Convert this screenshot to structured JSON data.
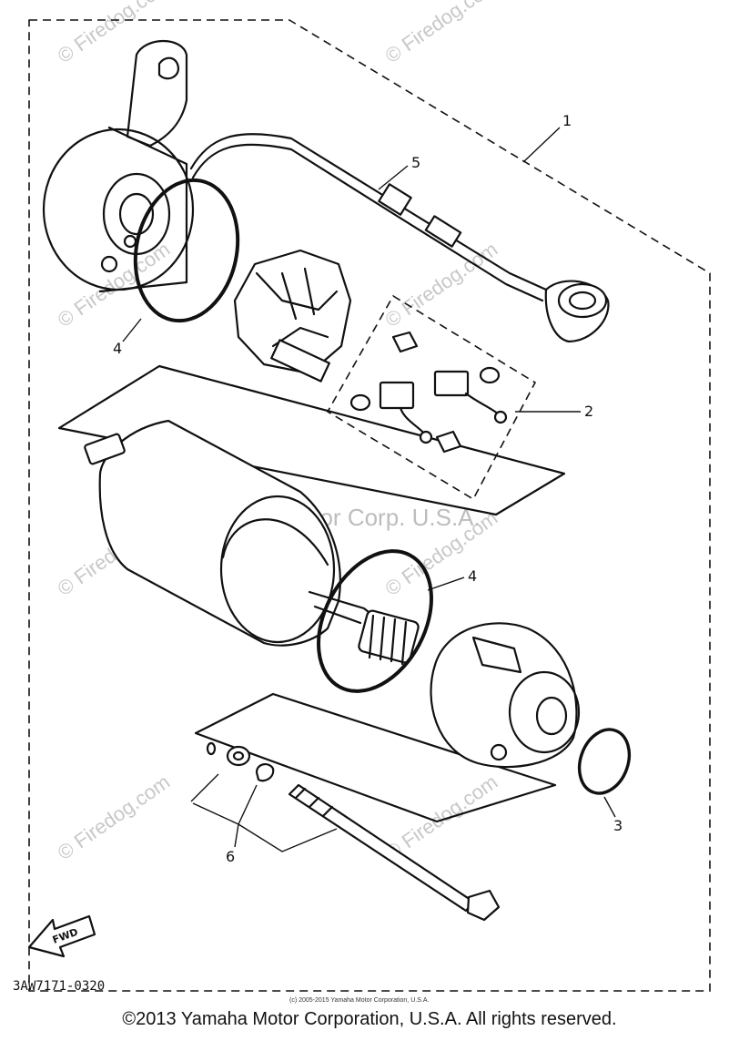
{
  "diagram": {
    "callouts": {
      "c1": "1",
      "c2": "2",
      "c3": "3",
      "c4a": "4",
      "c4b": "4",
      "c5": "5",
      "c6": "6"
    },
    "part_code": "3AW7171-0320",
    "fwd_badge": "FWD",
    "small_copyright": "(c) 2005-2015 Yamaha Motor Corporation, U.S.A."
  },
  "watermarks": {
    "site": "© Firedog.com",
    "owner": "Yamaha Motor Corp. U.S.A."
  },
  "footer": {
    "copyright": "©2013 Yamaha Motor Corporation, U.S.A. All rights reserved."
  }
}
